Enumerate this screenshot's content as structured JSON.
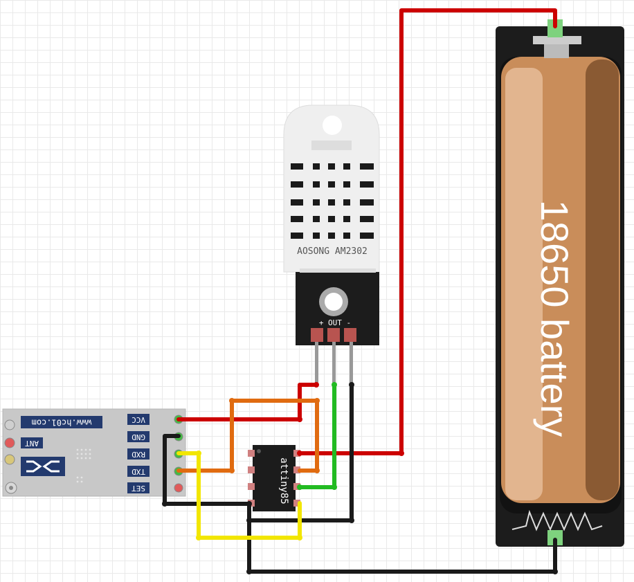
{
  "sensor": {
    "label": "AOSONG AM2302",
    "pins_label": "+ OUT -"
  },
  "battery": {
    "label": "18650 battery"
  },
  "mcu": {
    "label": "attiny85"
  },
  "hc12": {
    "website": "www.hc01.com",
    "pins": [
      "VCC",
      "GND",
      "RXD",
      "TXD",
      "SET"
    ],
    "antenna_label": "ANT"
  },
  "wire_colors": {
    "red": "#cc0000",
    "black": "#1a1a1a",
    "orange": "#e06b10",
    "green": "#22bb22",
    "yellow": "#f2e600",
    "gray": "#999999"
  }
}
